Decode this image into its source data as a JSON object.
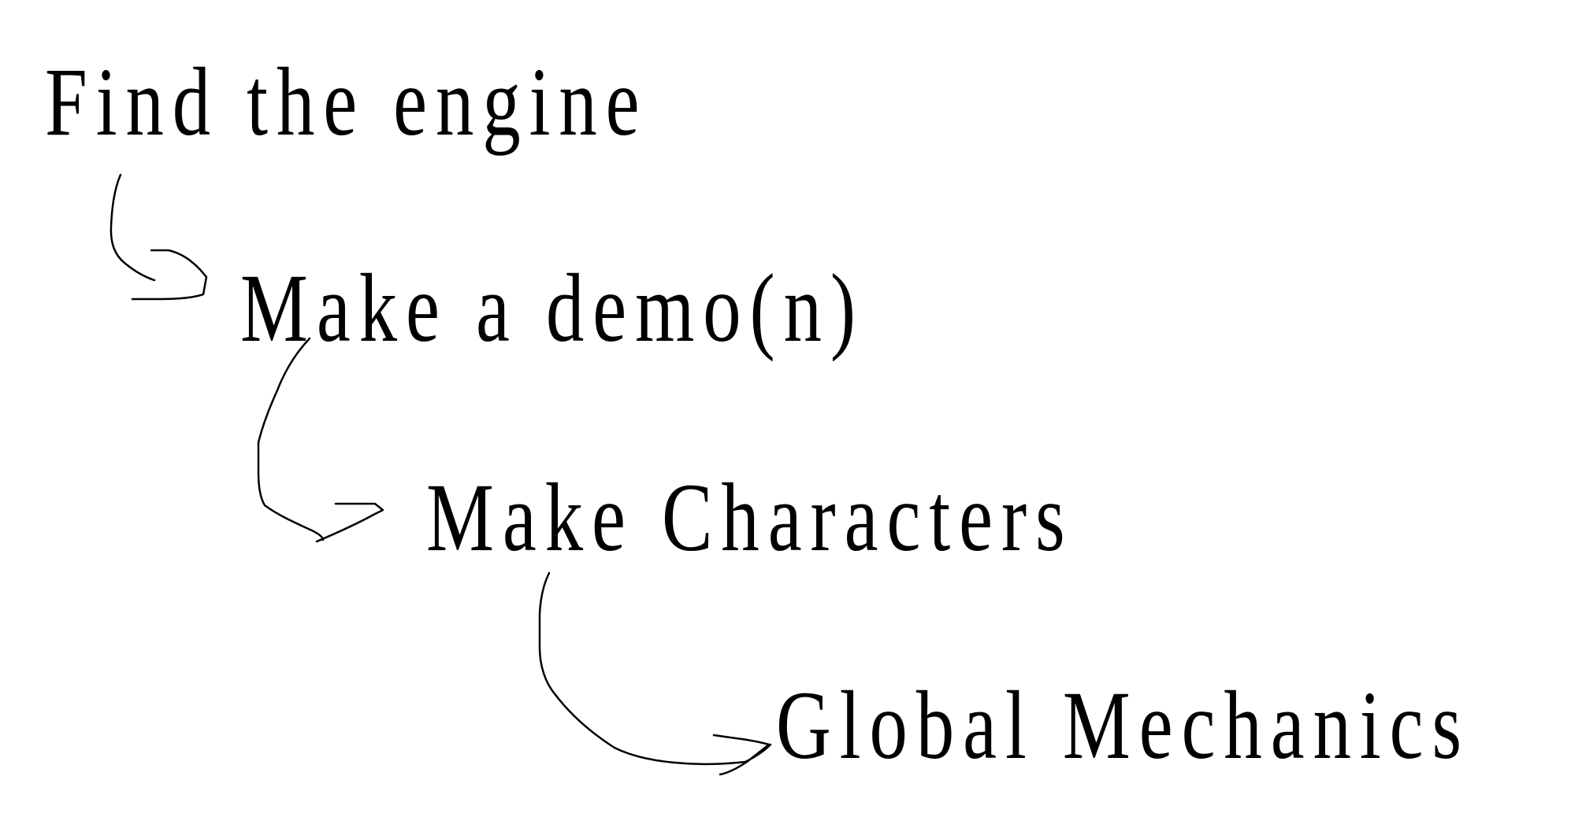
{
  "steps": [
    {
      "label": "Find the engine"
    },
    {
      "label": "Make a demo(n)"
    },
    {
      "label": "Make Characters"
    },
    {
      "label": "Global Mechanics"
    }
  ],
  "colors": {
    "background": "#ffffff",
    "ink": "#000000"
  }
}
